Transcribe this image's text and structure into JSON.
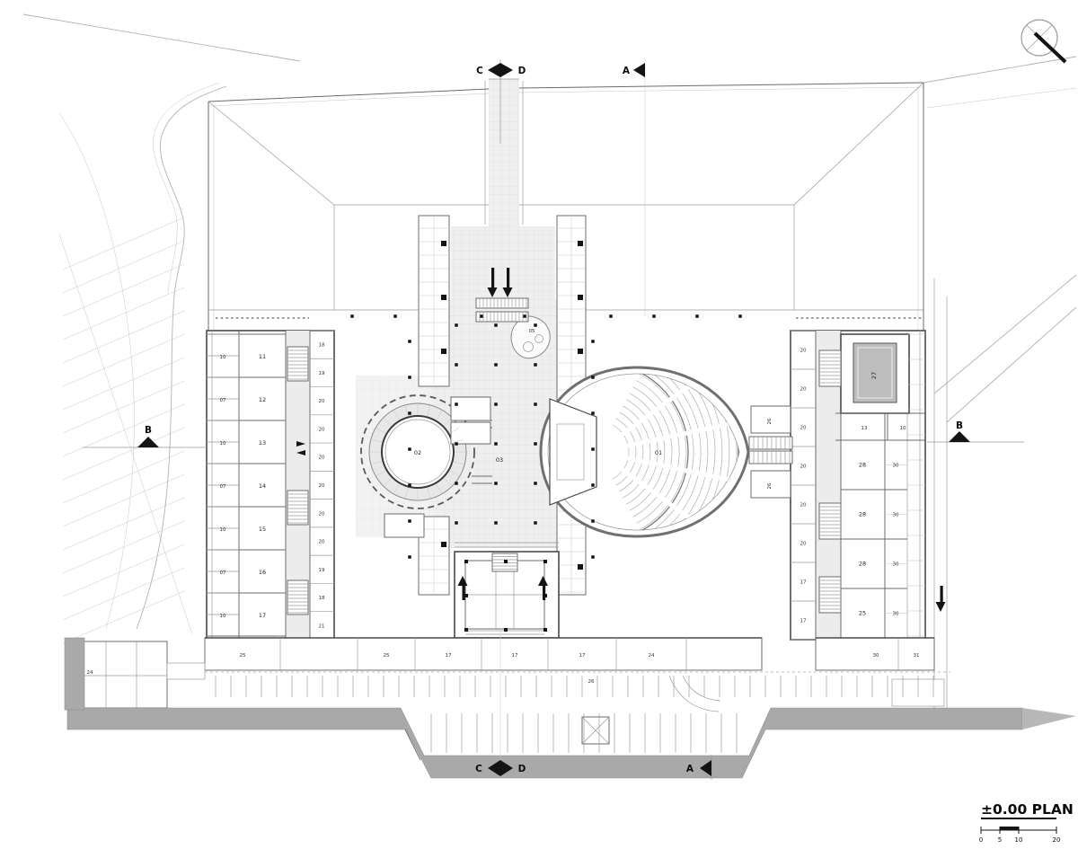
{
  "title_block": {
    "title": "±0.00 PLAN",
    "scale_labels": [
      "0",
      "5",
      "10",
      "20"
    ]
  },
  "section_markers": {
    "c": "C",
    "d": "D",
    "a": "A",
    "b": "B"
  },
  "icons": {
    "north_arrow": "north-compass-icon",
    "entry_arrows": "arrow-down",
    "exit_arrows": "arrow-up",
    "road_arrow": "arrow-down"
  },
  "colors": {
    "paper": "#ffffff",
    "ink": "#4a4a4a",
    "paving": "#ececec",
    "road": "#a9a9a9",
    "pool": "#bdbdbd",
    "accent": "#141414"
  },
  "rooms": {
    "auditorium": "01",
    "circular_hall": "02",
    "lobby": "03",
    "reception": "05",
    "left_wing": {
      "small": [
        "10",
        "07",
        "10",
        "07",
        "10",
        "07",
        "10"
      ],
      "large": [
        "11",
        "12",
        "13",
        "14",
        "15",
        "16",
        "17"
      ],
      "cells": [
        "18",
        "19",
        "20",
        "20",
        "20",
        "20",
        "20",
        "20",
        "19",
        "18",
        "21"
      ]
    },
    "right_wing": {
      "hall": "27",
      "below": [
        "13",
        "10"
      ],
      "small": [
        "20",
        "20",
        "20",
        "20",
        "20",
        "20",
        "17",
        "17"
      ],
      "large": [
        "28",
        "28",
        "28",
        "25"
      ],
      "right_cells": [
        "30",
        "30",
        "30",
        "30"
      ],
      "bottom": [
        "30",
        "31"
      ]
    },
    "connector": [
      "26",
      "26"
    ],
    "south_strip": [
      "25",
      "25",
      "17",
      "17",
      "17",
      "24"
    ],
    "parking": "26",
    "annex": "24"
  }
}
